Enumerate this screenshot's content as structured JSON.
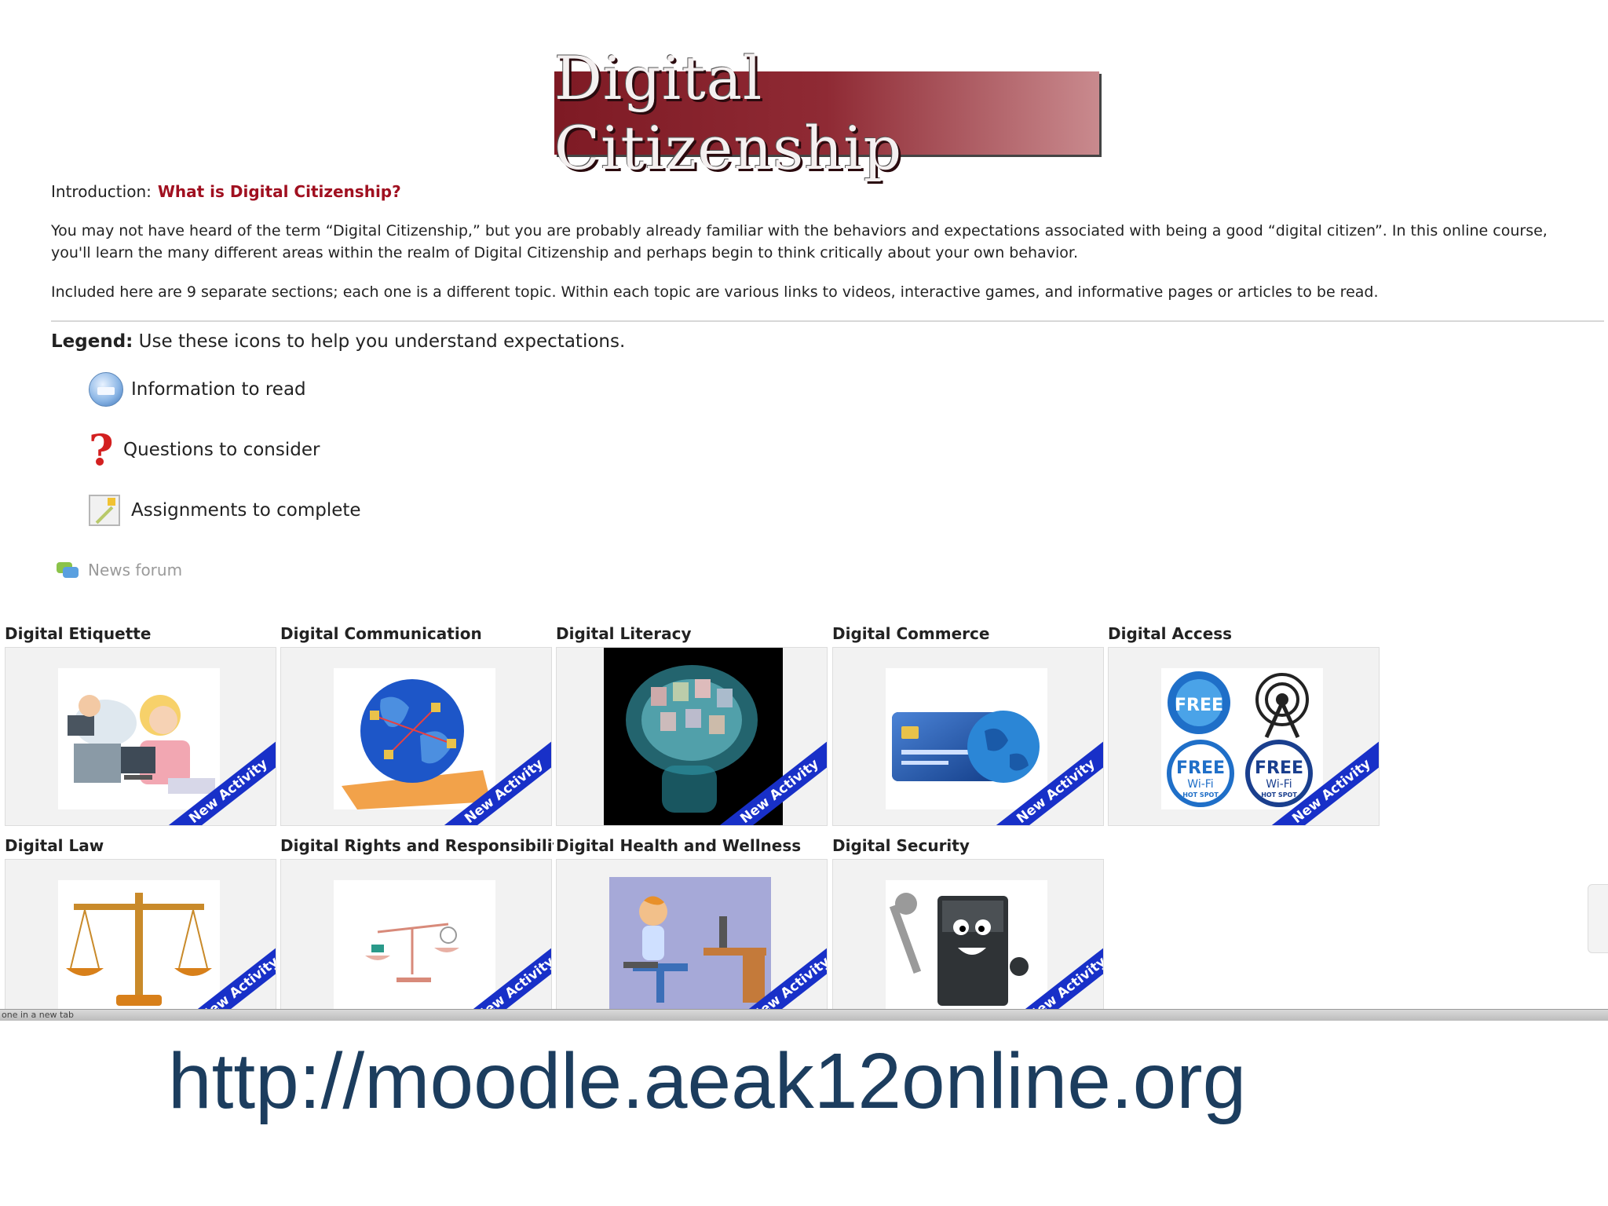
{
  "banner": {
    "title": "Digital Citizenship"
  },
  "intro": {
    "label": "Introduction:",
    "link": "What is Digital Citizenship?",
    "paragraph1": "You may not have heard of the term “Digital Citizenship,” but you are probably already familiar with the behaviors and expectations associated with being a good “digital citizen”. In this online course, you'll learn the many different areas within the realm of Digital Citizenship and perhaps begin to think critically about your own behavior.",
    "paragraph2": "Included here are 9 separate sections; each one is a different topic. Within each topic are various links to videos, interactive games, and informative pages or articles to be read."
  },
  "legend": {
    "title": "Legend:",
    "text": "Use these icons to help you understand expectations.",
    "items": [
      {
        "icon": "information-icon",
        "label": "Information to read"
      },
      {
        "icon": "question-icon",
        "label": "Questions to consider"
      },
      {
        "icon": "assignment-icon",
        "label": "Assignments to complete"
      }
    ]
  },
  "news": {
    "label": "News forum",
    "icon": "forum-icon"
  },
  "ribbon": {
    "label": "New Activity"
  },
  "tiles": [
    {
      "title": "Digital Etiquette"
    },
    {
      "title": "Digital Communication"
    },
    {
      "title": "Digital Literacy"
    },
    {
      "title": "Digital Commerce"
    },
    {
      "title": "Digital Access"
    },
    {
      "title": "Digital Law"
    },
    {
      "title": "Digital Rights and Responsibilities"
    },
    {
      "title": "Digital Health and Wellness"
    },
    {
      "title": "Digital Security"
    }
  ],
  "access_badges": {
    "free": "FREE",
    "wifi": "Wi-Fi",
    "hotspot": "HOT SPOT"
  },
  "status": {
    "text": "one in a new tab"
  },
  "footer": {
    "url": "http://moodle.aeak12online.org"
  },
  "colors": {
    "banner": "#7e1a24",
    "link": "#a01020",
    "ribbon": "#1830c8",
    "url": "#1c3d5e"
  }
}
